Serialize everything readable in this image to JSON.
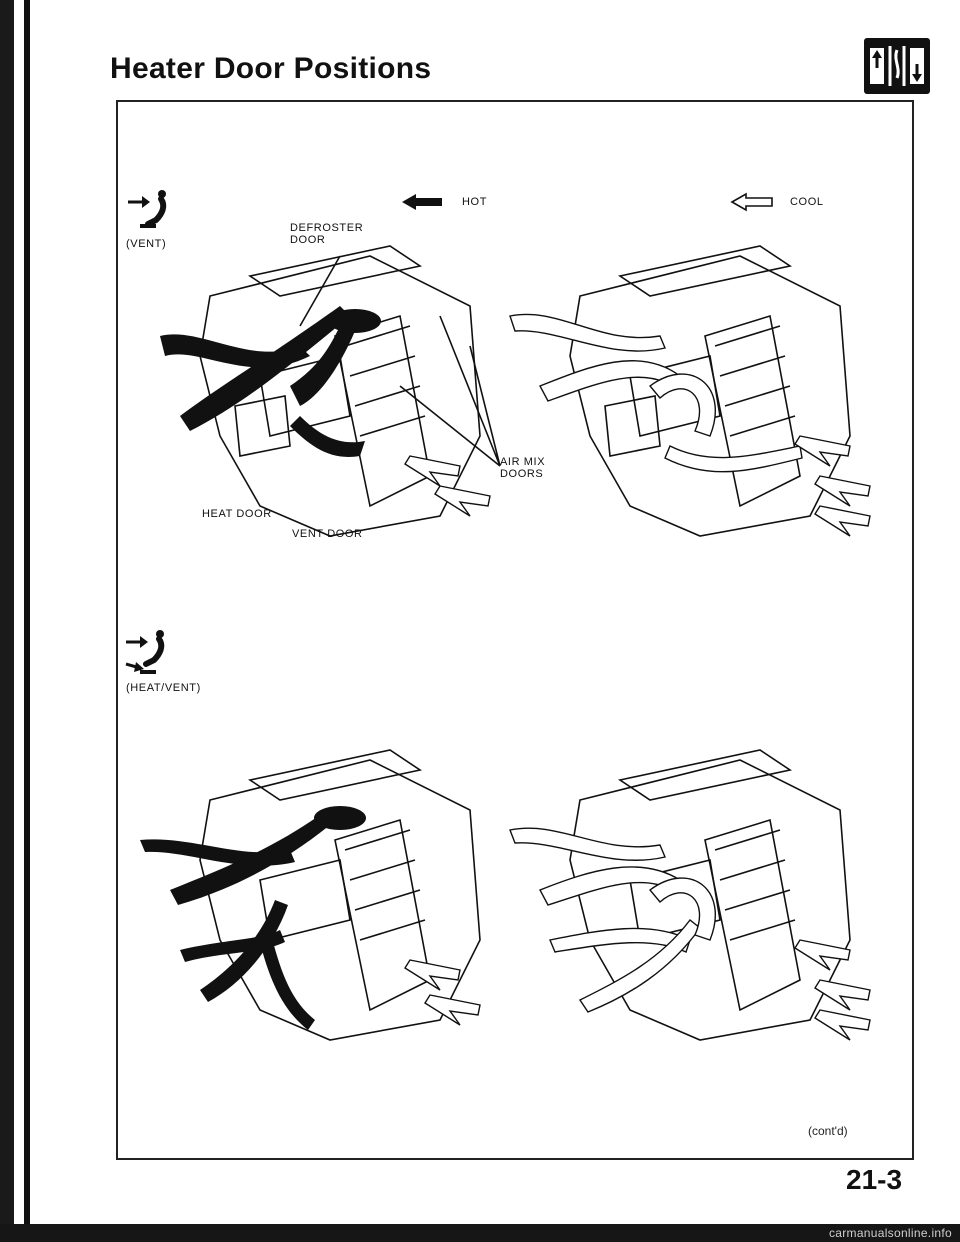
{
  "page": {
    "title": "Heater Door Positions",
    "page_number": "21-3",
    "continued": "(cont'd)",
    "watermark": "carmanualsonline.info"
  },
  "legend": {
    "hot": "HOT",
    "cool": "COOL"
  },
  "modes": [
    {
      "label": "(VENT)",
      "icon": "vent-mode-icon"
    },
    {
      "label": "(HEAT/VENT)",
      "icon": "heat-vent-mode-icon"
    }
  ],
  "callouts": {
    "defroster_door": "DEFROSTER\nDOOR",
    "air_mix_doors": "AIR MIX\nDOORS",
    "heat_door": "HEAT DOOR",
    "vent_door": "VENT DOOR"
  },
  "colors": {
    "ink": "#111111",
    "paper": "#ffffff"
  }
}
